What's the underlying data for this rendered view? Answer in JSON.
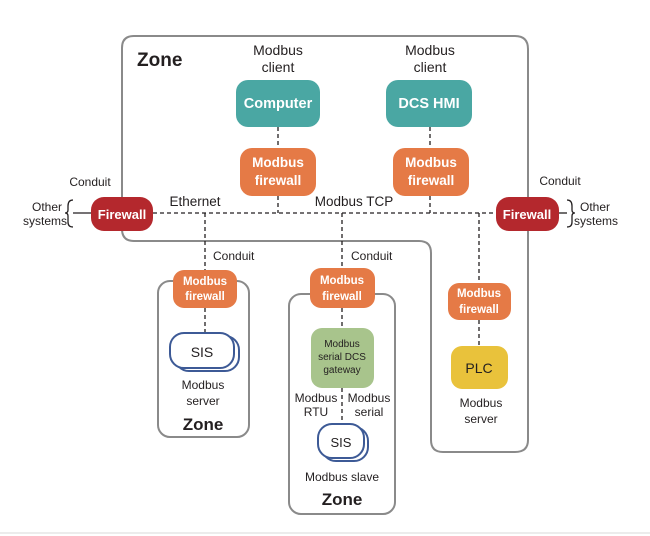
{
  "colors": {
    "zone_border": "#8a8a8a",
    "teal": "#4aa7a3",
    "orange": "#e57a46",
    "firewall_red": "#b4282d",
    "green": "#a8c48c",
    "yellow": "#e9c23b",
    "sis_border": "#3d5a96"
  },
  "main_zone": {
    "label": "Zone"
  },
  "computer": {
    "role_line1": "Modbus",
    "role_line2": "client",
    "label": "Computer"
  },
  "dcs_hmi": {
    "role_line1": "Modbus",
    "role_line2": "client",
    "label": "DCS HMI"
  },
  "fw_computer": {
    "line1": "Modbus",
    "line2": "firewall"
  },
  "fw_dcs": {
    "line1": "Modbus",
    "line2": "firewall"
  },
  "left_firewall": {
    "label": "Firewall",
    "conduit": "Conduit",
    "other_line1": "Other",
    "other_line2": "systems"
  },
  "right_firewall": {
    "label": "Firewall",
    "conduit": "Conduit",
    "other_line1": "Other",
    "other_line2": "systems"
  },
  "network": {
    "ethernet": "Ethernet",
    "tcp": "Modbus TCP"
  },
  "sis_zone": {
    "conduit": "Conduit",
    "fw_line1": "Modbus",
    "fw_line2": "firewall",
    "device": "SIS",
    "caption_line1": "Modbus",
    "caption_line2": "server",
    "zone_label": "Zone"
  },
  "gateway_zone": {
    "conduit": "Conduit",
    "fw_line1": "Modbus",
    "fw_line2": "firewall",
    "gateway_line1": "Modbus",
    "gateway_line2": "serial DCS",
    "gateway_line3": "gateway",
    "rtu_line1": "Modbus",
    "rtu_line2": "RTU",
    "serial_line1": "Modbus",
    "serial_line2": "serial",
    "device": "SIS",
    "caption": "Modbus slave",
    "zone_label": "Zone"
  },
  "plc_branch": {
    "fw_line1": "Modbus",
    "fw_line2": "firewall",
    "device": "PLC",
    "caption_line1": "Modbus",
    "caption_line2": "server"
  }
}
